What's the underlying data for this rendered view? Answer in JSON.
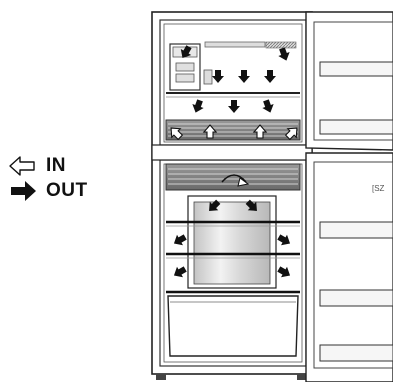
{
  "legend": {
    "in_label": "IN",
    "out_label": "OUT",
    "in_icon": "hollow-arrow-left-icon",
    "out_icon": "solid-arrow-right-icon"
  },
  "door_text": "[SZ"
}
